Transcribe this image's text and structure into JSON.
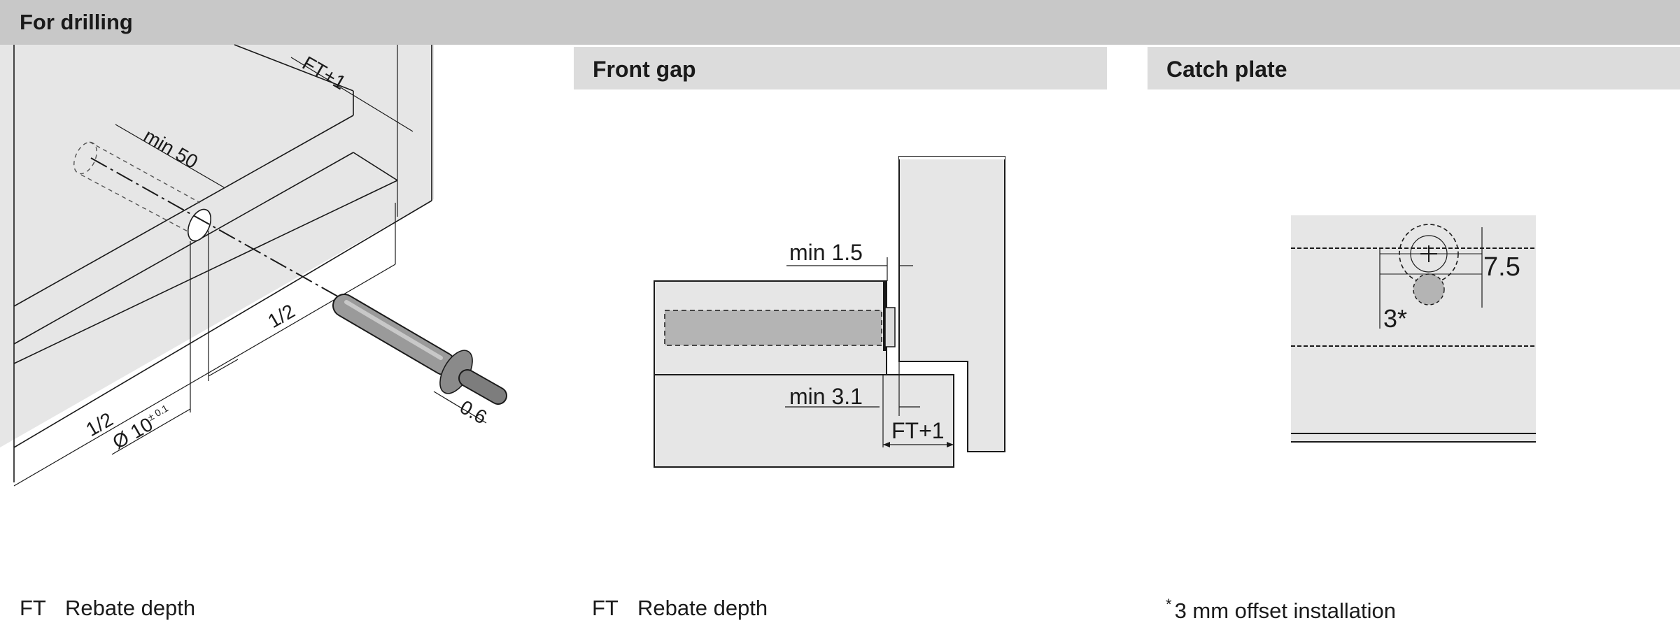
{
  "header": {
    "title": "For drilling"
  },
  "panels": {
    "front_gap": {
      "title": "Front gap"
    },
    "catch_plate": {
      "title": "Catch plate"
    }
  },
  "drilling": {
    "dims": {
      "ft_plus_1": "FT+1",
      "min_50": "min 50",
      "half_a": "1/2",
      "half_b": "1/2",
      "dia_symbol": "Ø 10",
      "dia_tolerance": "± 0.1",
      "offset": "0.6"
    }
  },
  "front": {
    "dims": {
      "min_1_5": "min 1.5",
      "min_3_1": "min 3.1",
      "ft_plus_1": "FT+1"
    }
  },
  "catch": {
    "dims": {
      "d_7_5": "7.5",
      "d_3": "3*"
    }
  },
  "legends": {
    "drilling": {
      "abbr": "FT",
      "text": "Rebate depth"
    },
    "front": {
      "abbr": "FT",
      "text": "Rebate depth"
    },
    "catch": {
      "marker": "*",
      "text": "3 mm offset installation"
    }
  },
  "colors": {
    "header_bar": "#c8c8c8",
    "panel_bar": "#dcdcdc",
    "cabinet_fill": "#e6e6e6",
    "part_fill": "#b4b4b4",
    "line": "#1a1a1a"
  }
}
